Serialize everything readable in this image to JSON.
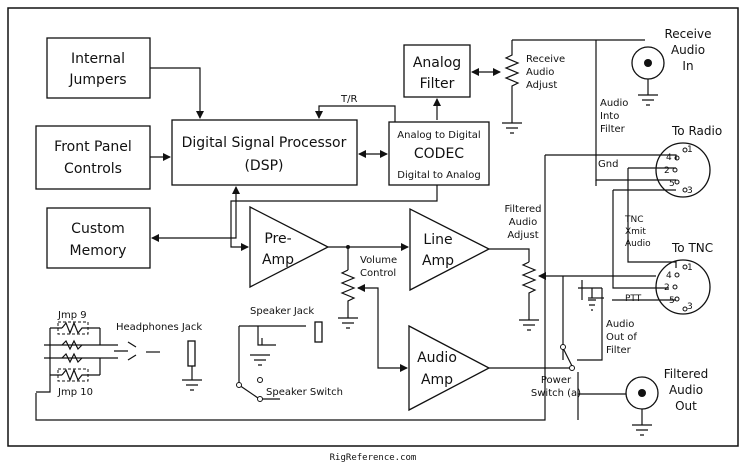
{
  "blocks": {
    "internal_jumpers": [
      "Internal",
      "Jumpers"
    ],
    "front_panel": [
      "Front Panel",
      "Controls"
    ],
    "custom_memory": [
      "Custom",
      "Memory"
    ],
    "dsp": [
      "Digital Signal Processor",
      "(DSP)"
    ],
    "analog_filter": [
      "Analog",
      "Filter"
    ],
    "codec": [
      "Analog to Digital",
      "CODEC",
      "Digital to Analog"
    ],
    "preamp": [
      "Pre-",
      "Amp"
    ],
    "line_amp": [
      "Line",
      "Amp"
    ],
    "audio_amp": [
      "Audio",
      "Amp"
    ]
  },
  "labels": {
    "tr": "T/R",
    "receive_audio_adjust": [
      "Receive",
      "Audio",
      "Adjust"
    ],
    "receive_audio_in": [
      "Receive",
      "Audio",
      "In"
    ],
    "audio_into_filter": [
      "Audio",
      "Into",
      "Filter"
    ],
    "to_radio": "To Radio",
    "gnd": "Gnd",
    "tnc_xmit_audio": [
      "TNC",
      "Xmit",
      "Audio"
    ],
    "to_tnc": "To TNC",
    "filtered_audio_adjust": [
      "Filtered",
      "Audio",
      "Adjust"
    ],
    "volume_control": [
      "Volume",
      "Control"
    ],
    "speaker_jack": "Speaker Jack",
    "speaker_switch": "Speaker Switch",
    "headphones_jack": "Headphones Jack",
    "jmp9": "Jmp 9",
    "jmp10": "Jmp 10",
    "ptt": "PTT",
    "audio_out_of_filter": [
      "Audio",
      "Out of",
      "Filter"
    ],
    "power_switch": [
      "Power",
      "Switch (a)"
    ],
    "filtered_audio_out": [
      "Filtered",
      "Audio",
      "Out"
    ]
  },
  "pins": {
    "radio": [
      "1",
      "4",
      "2",
      "5",
      "3"
    ],
    "tnc": [
      "1",
      "4",
      "2",
      "5",
      "3"
    ]
  },
  "footer": "RigReference.com"
}
